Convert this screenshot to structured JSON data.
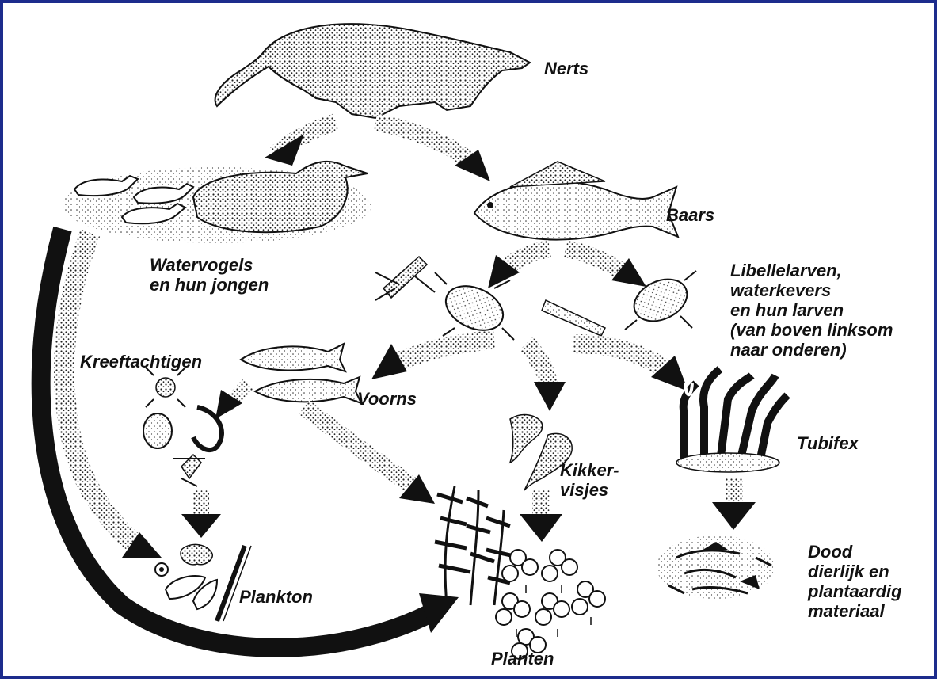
{
  "colors": {
    "frame": "#1c2c8c",
    "ink": "#111111",
    "background": "#ffffff"
  },
  "labels": {
    "nerts": "Nerts",
    "baars": "Baars",
    "watervogels": "Watervogels\nen hun jongen",
    "libellelarven": "Libellelarven,\nwaterkevers\nen hun larven\n(van boven linksom\nnaar onderen)",
    "kreeftachtigen": "Kreeftachtigen",
    "voorns": "Voorns",
    "kikkervisjes": "Kikker-\nvisjes",
    "tubifex": "Tubifex",
    "dood": "Dood\ndierlijk en\nplantaardig\nmateriaal",
    "plankton": "Plankton",
    "planten": "Planten"
  }
}
